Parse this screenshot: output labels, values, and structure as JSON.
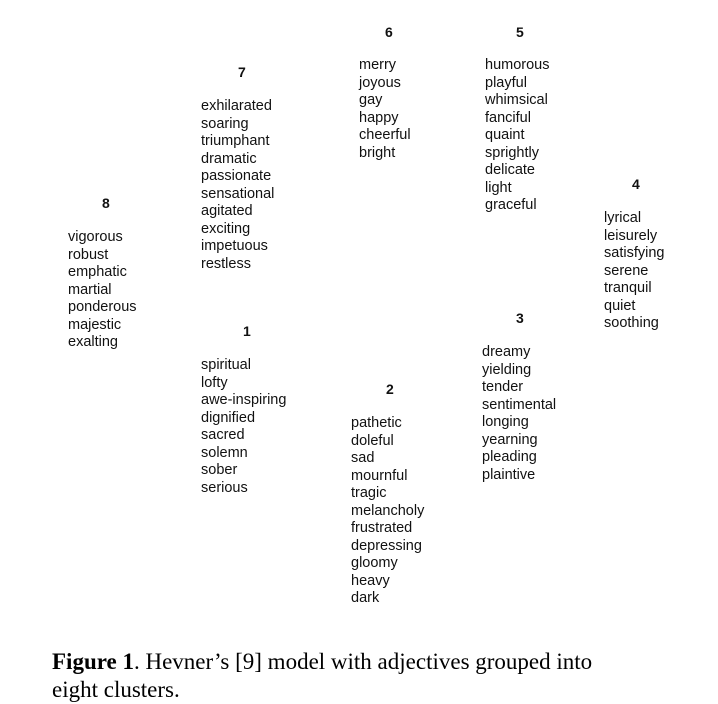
{
  "groups": [
    {
      "number": "6",
      "adjectives": [
        "merry",
        "joyous",
        "gay",
        "happy",
        "cheerful",
        "bright"
      ]
    },
    {
      "number": "5",
      "adjectives": [
        "humorous",
        "playful",
        "whimsical",
        "fanciful",
        "quaint",
        "sprightly",
        "delicate",
        "light",
        "graceful"
      ]
    },
    {
      "number": "7",
      "adjectives": [
        "exhilarated",
        "soaring",
        "triumphant",
        "dramatic",
        "passionate",
        "sensational",
        "agitated",
        "exciting",
        "impetuous",
        "restless"
      ]
    },
    {
      "number": "4",
      "adjectives": [
        "lyrical",
        "leisurely",
        "satisfying",
        "serene",
        "tranquil",
        "quiet",
        "soothing"
      ]
    },
    {
      "number": "8",
      "adjectives": [
        "vigorous",
        "robust",
        "emphatic",
        "martial",
        "ponderous",
        "majestic",
        "exalting"
      ]
    },
    {
      "number": "3",
      "adjectives": [
        "dreamy",
        "yielding",
        "tender",
        "sentimental",
        "longing",
        "yearning",
        "pleading",
        "plaintive"
      ]
    },
    {
      "number": "1",
      "adjectives": [
        "spiritual",
        "lofty",
        "awe-inspiring",
        "dignified",
        "sacred",
        "solemn",
        "sober",
        "serious"
      ]
    },
    {
      "number": "2",
      "adjectives": [
        "pathetic",
        "doleful",
        "sad",
        "mournful",
        "tragic",
        "melancholy",
        "frustrated",
        "depressing",
        "gloomy",
        "heavy",
        "dark"
      ]
    }
  ],
  "caption": {
    "label": "Figure 1",
    "text": ". Hevner’s [9] model with adjectives grouped into",
    "continuation": "eight clusters."
  }
}
